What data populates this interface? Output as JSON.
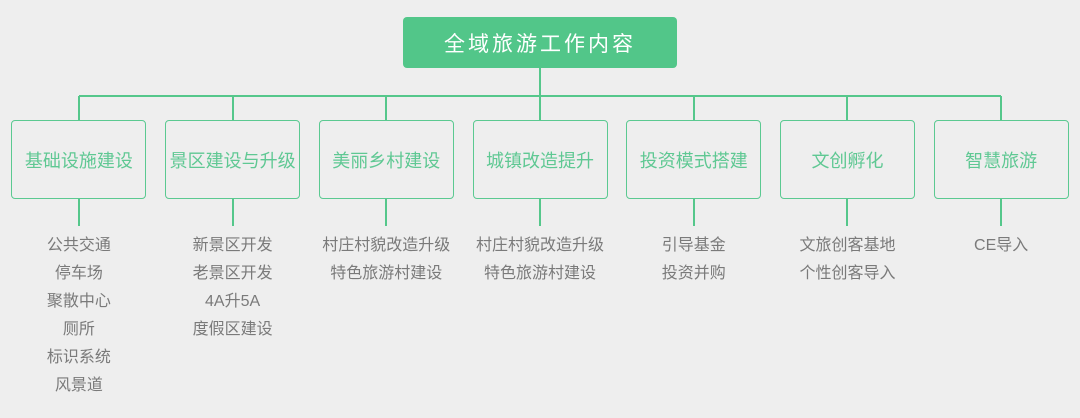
{
  "colors": {
    "background": "#eeeeee",
    "root_fill": "#52c689",
    "root_text": "#ffffff",
    "connector_green": "#55c78b",
    "branch_border": "#5bc991",
    "branch_text": "#5fc893",
    "item_text": "#7a7a7a"
  },
  "chart": {
    "root": "全域旅游工作内容",
    "branches": [
      {
        "label": "基础设施建设",
        "items": [
          "公共交通",
          "停车场",
          "聚散中心",
          "厕所",
          "标识系统",
          "风景道"
        ]
      },
      {
        "label": "景区建设与升级",
        "items": [
          "新景区开发",
          "老景区开发",
          "4A升5A",
          "度假区建设"
        ]
      },
      {
        "label": "美丽乡村建设",
        "items": [
          "村庄村貌改造升级",
          "特色旅游村建设"
        ]
      },
      {
        "label": "城镇改造提升",
        "items": [
          "村庄村貌改造升级",
          "特色旅游村建设"
        ]
      },
      {
        "label": "投资模式搭建",
        "items": [
          "引导基金",
          "投资并购"
        ]
      },
      {
        "label": "文创孵化",
        "items": [
          "文旅创客基地",
          "个性创客导入"
        ]
      },
      {
        "label": "智慧旅游",
        "items": [
          "CE导入"
        ]
      }
    ]
  }
}
